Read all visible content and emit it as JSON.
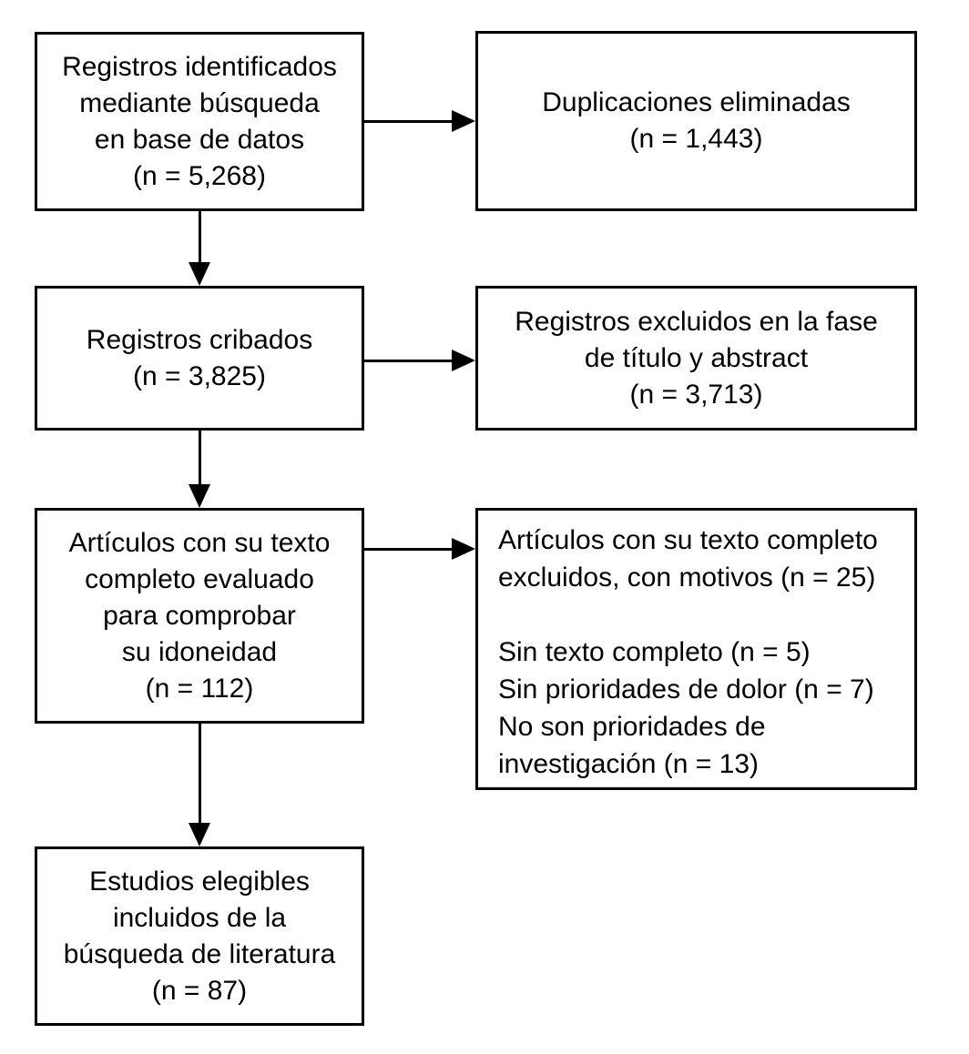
{
  "diagram": {
    "type": "flowchart",
    "language": "es",
    "colors": {
      "background": "#ffffff",
      "line": "#000000",
      "text": "#000000"
    },
    "boxes": [
      {
        "id": "records-identified",
        "text": "Registros identificados\nmediante búsqueda\nen base de datos\n(n = 5,268)",
        "n": 5268
      },
      {
        "id": "duplicates-removed",
        "text": "Duplicaciones eliminadas\n(n = 1,443)",
        "n": 1443
      },
      {
        "id": "records-screened",
        "text": "Registros cribados\n(n = 3,825)",
        "n": 3825
      },
      {
        "id": "records-excluded-title-abstract",
        "text": "Registros excluidos en la fase\nde título y abstract\n(n = 3,713)",
        "n": 3713
      },
      {
        "id": "fulltext-assessed",
        "text": "Artículos con su texto\ncompleto evaluado\npara comprobar\nsu idoneidad\n(n = 112)",
        "n": 112
      },
      {
        "id": "fulltext-excluded",
        "text": "Artículos con su texto completo\nexcluidos, con motivos (n = 25)\n\nSin texto completo (n = 5)\nSin prioridades de dolor (n = 7)\nNo son prioridades de\ninvestigación (n = 13)",
        "n": 25,
        "reasons": [
          {
            "label": "Sin texto completo",
            "n": 5
          },
          {
            "label": "Sin prioridades de dolor",
            "n": 7
          },
          {
            "label": "No son prioridades de investigación",
            "n": 13
          }
        ]
      },
      {
        "id": "studies-included",
        "text": "Estudios elegibles\nincluidos de la\nbúsqueda de literatura\n(n = 87)",
        "n": 87
      }
    ],
    "arrows": [
      {
        "from": "records-identified",
        "to": "duplicates-removed",
        "direction": "right"
      },
      {
        "from": "records-identified",
        "to": "records-screened",
        "direction": "down"
      },
      {
        "from": "records-screened",
        "to": "records-excluded-title-abstract",
        "direction": "right"
      },
      {
        "from": "records-screened",
        "to": "fulltext-assessed",
        "direction": "down"
      },
      {
        "from": "fulltext-assessed",
        "to": "fulltext-excluded",
        "direction": "right"
      },
      {
        "from": "fulltext-assessed",
        "to": "studies-included",
        "direction": "down"
      }
    ]
  }
}
